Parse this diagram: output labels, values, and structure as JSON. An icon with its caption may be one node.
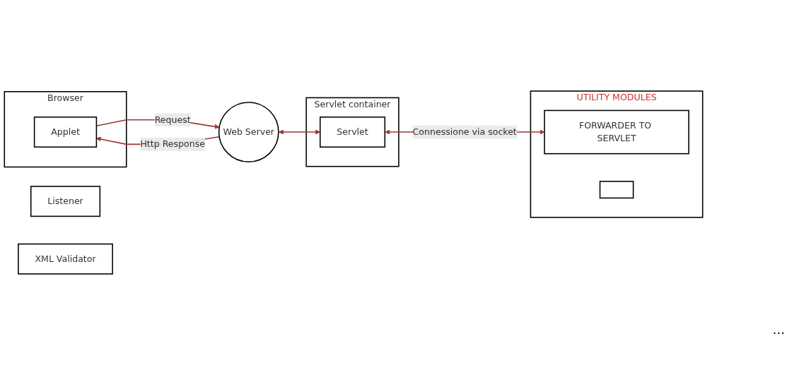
{
  "diagram": {
    "nodes": [
      {
        "text": [
          "Browser"
        ]
      },
      {
        "text": [
          "Applet"
        ],
        "in": 0
      },
      {
        "text": [
          "Web Server"
        ]
      },
      {
        "text": [
          "Servlet container"
        ]
      },
      {
        "text": [
          "Servlet"
        ],
        "in": 3
      },
      {
        "text": [
          "Listener"
        ]
      },
      {
        "text": [
          "XML Validator"
        ]
      },
      {
        "text": [
          "UTILITY MODULES"
        ]
      },
      {
        "text": [
          "FORWARDER TO SERVLET"
        ],
        "in": 7
      },
      {
        "text": [],
        "shape": "box",
        "in": 7
      }
    ],
    "edges": [
      {
        "from": 1,
        "to": 2,
        "arrow": "to",
        "label": "Request"
      },
      {
        "from": 2,
        "to": 1,
        "arrow": "to",
        "label": "Http Response"
      },
      {
        "from": 2,
        "to": 4,
        "arrow": "both"
      },
      {
        "from": 4,
        "to": 8,
        "arrow": "both",
        "label": "Connessione via socket"
      }
    ],
    "labels": [
      "..."
    ]
  }
}
